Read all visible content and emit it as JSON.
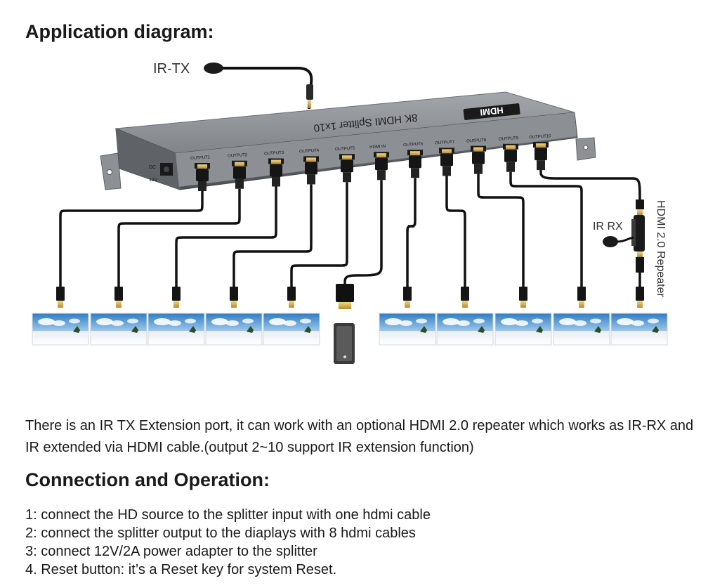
{
  "headings": {
    "application": "Application diagram:",
    "connection": "Connection and Operation:"
  },
  "diagram": {
    "ir_tx_label": "IR-TX",
    "ir_rx_label": "IR RX",
    "repeater_label": "HDMI 2.0 Repeater",
    "device_name": "8K HDMI Splitter 1x10",
    "logo_text": "HDMI",
    "dc_label_top": "DC",
    "dc_label_bottom": "12V",
    "hdmi_in_label": "HDMI IN",
    "ports": [
      "OUTPUT1",
      "OUTPUT2",
      "OUTPUT3",
      "OUTPUT4",
      "OUTPUT5",
      "HDMI IN",
      "OUTPUT6",
      "OUTPUT7",
      "OUTPUT8",
      "OUTPUT9",
      "OUTPUT10"
    ]
  },
  "description": "There is an IR TX Extension port, it can work with an optional HDMI 2.0 repeater which works as IR-RX and IR extended via HDMI cable.(output 2~10 support IR extension function)",
  "steps": [
    "1: connect the HD source to the splitter input with one hdmi cable",
    "2: connect the splitter output to the diaplays with 8 hdmi cables",
    "3: connect 12V/2A power adapter to the splitter",
    "4. Reset button: it’s a Reset key for system Reset."
  ],
  "colors": {
    "device_body": "#7d8186",
    "cable": "#111111",
    "sky": "#3f86c8"
  }
}
